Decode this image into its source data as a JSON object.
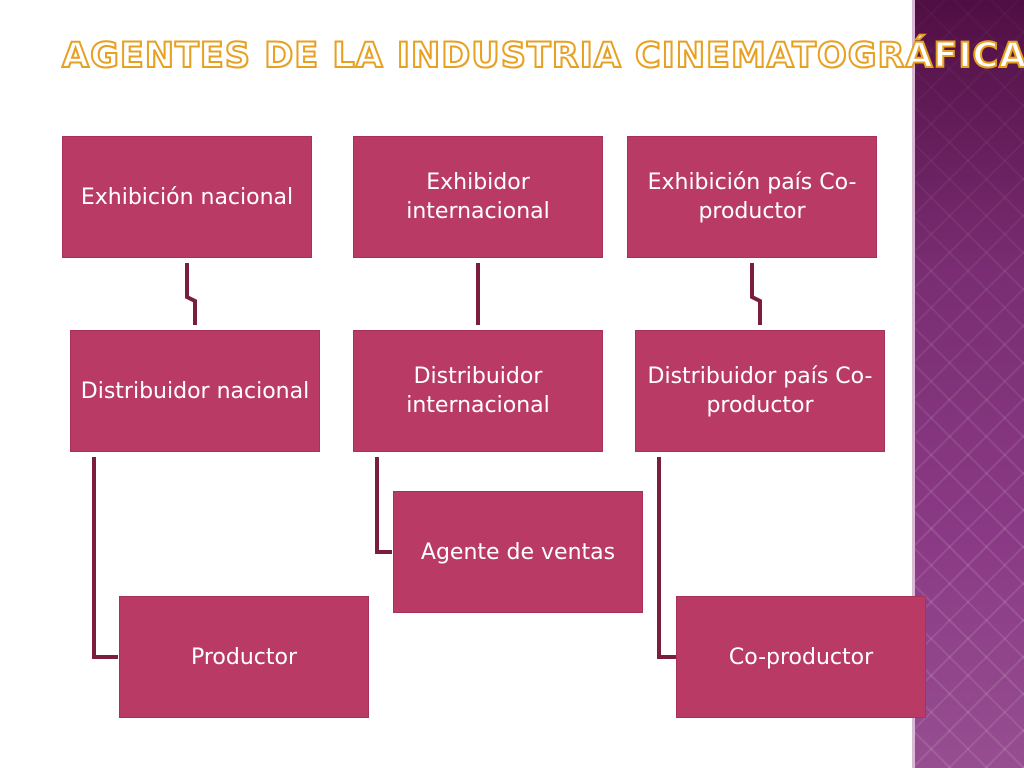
{
  "title": "Agentes de la industria cinematográfica",
  "colors": {
    "box_fill": "#b93b65",
    "connector": "#7a1d3f",
    "title_outline": "#e8a020",
    "side_band": "#8a3a84"
  },
  "diagram": {
    "nodes": [
      {
        "id": "exhibicion-nacional",
        "label": "Exhibición nacional"
      },
      {
        "id": "exhibidor-internacional",
        "label": "Exhibidor internacional"
      },
      {
        "id": "exhibicion-pais-coproductor",
        "label": "Exhibición país Co-productor"
      },
      {
        "id": "distribuidor-nacional",
        "label": "Distribuidor nacional"
      },
      {
        "id": "distribuidor-internacional",
        "label": "Distribuidor internacional"
      },
      {
        "id": "distribuidor-pais-coproductor",
        "label": "Distribuidor país Co-productor"
      },
      {
        "id": "agente-de-ventas",
        "label": "Agente de ventas"
      },
      {
        "id": "productor",
        "label": "Productor"
      },
      {
        "id": "coproductor",
        "label": "Co-productor"
      }
    ],
    "edges": [
      {
        "from": "exhibicion-nacional",
        "to": "distribuidor-nacional"
      },
      {
        "from": "exhibidor-internacional",
        "to": "distribuidor-internacional"
      },
      {
        "from": "exhibicion-pais-coproductor",
        "to": "distribuidor-pais-coproductor"
      },
      {
        "from": "distribuidor-nacional",
        "to": "productor"
      },
      {
        "from": "distribuidor-internacional",
        "to": "agente-de-ventas"
      },
      {
        "from": "distribuidor-pais-coproductor",
        "to": "coproductor"
      }
    ]
  }
}
